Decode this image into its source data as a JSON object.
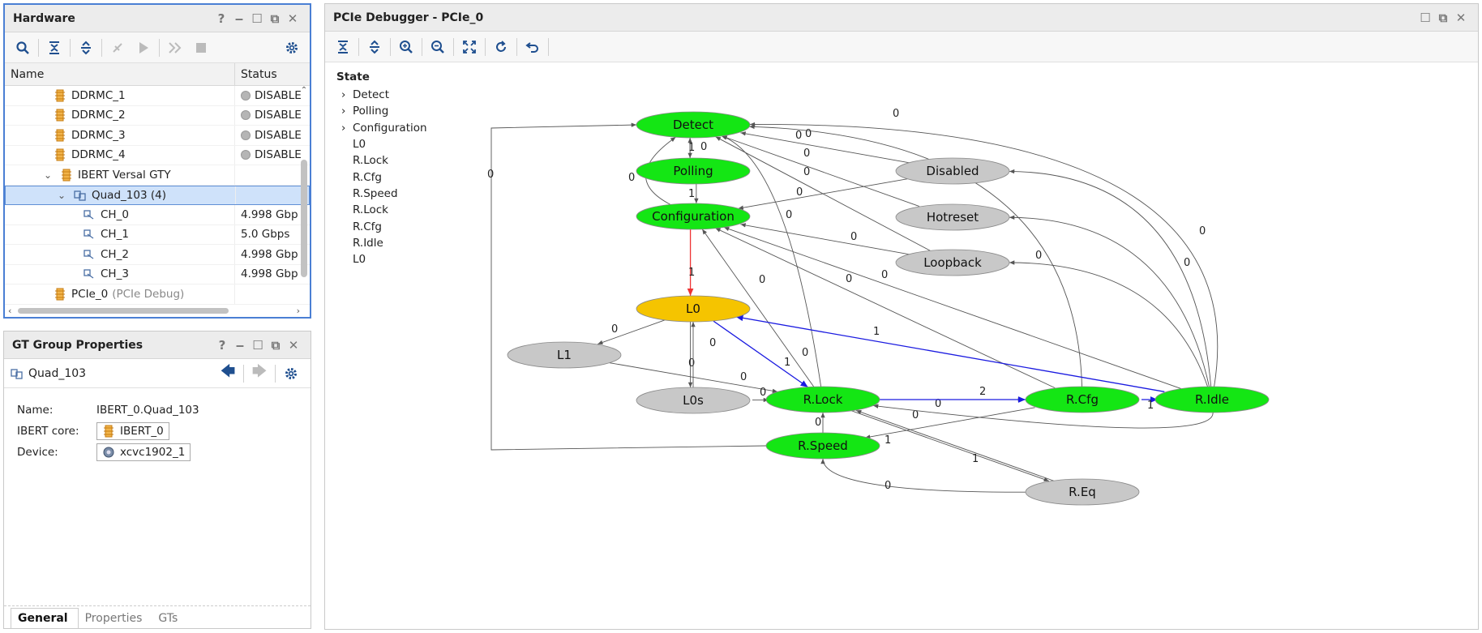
{
  "hardware": {
    "title": "Hardware",
    "col_name": "Name",
    "col_status": "Status",
    "rows": [
      {
        "label": "DDRMC_1",
        "status": "DISABLE"
      },
      {
        "label": "DDRMC_2",
        "status": "DISABLE"
      },
      {
        "label": "DDRMC_3",
        "status": "DISABLE"
      },
      {
        "label": "DDRMC_4",
        "status": "DISABLE"
      },
      {
        "label": "IBERT Versal GTY",
        "status": ""
      },
      {
        "label": "Quad_103 (4)",
        "status": ""
      },
      {
        "label": "CH_0",
        "status": "4.998 Gbp"
      },
      {
        "label": "CH_1",
        "status": "5.0 Gbps"
      },
      {
        "label": "CH_2",
        "status": "4.998 Gbp"
      },
      {
        "label": "CH_3",
        "status": "4.998 Gbp"
      },
      {
        "label": "PCIe_0",
        "sublabel": "(PCIe Debug)",
        "status": ""
      }
    ]
  },
  "props": {
    "title": "GT Group Properties",
    "object": "Quad_103",
    "name_label": "Name:",
    "name_value": "IBERT_0.Quad_103",
    "core_label": "IBERT core:",
    "core_value": "IBERT_0",
    "device_label": "Device:",
    "device_value": "xcvc1902_1",
    "tabs": [
      "General",
      "Properties",
      "GTs"
    ]
  },
  "debugger": {
    "title": "PCIe Debugger - PCIe_0",
    "state_heading": "State",
    "state_items": [
      "Detect",
      "Polling",
      "Configuration",
      "L0",
      "R.Lock",
      "R.Cfg",
      "R.Speed",
      "R.Lock",
      "R.Cfg",
      "R.Idle",
      "L0"
    ]
  },
  "nodes": [
    {
      "id": "Detect",
      "label": "Detect",
      "color": "#14e614"
    },
    {
      "id": "Polling",
      "label": "Polling",
      "color": "#14e614"
    },
    {
      "id": "Configuration",
      "label": "Configuration",
      "color": "#14e614"
    },
    {
      "id": "L0",
      "label": "L0",
      "color": "#f5c400"
    },
    {
      "id": "L1",
      "label": "L1",
      "color": "#c8c8c8"
    },
    {
      "id": "L0s",
      "label": "L0s",
      "color": "#c8c8c8"
    },
    {
      "id": "RLock",
      "label": "R.Lock",
      "color": "#14e614"
    },
    {
      "id": "RSpeed",
      "label": "R.Speed",
      "color": "#14e614"
    },
    {
      "id": "RCfg",
      "label": "R.Cfg",
      "color": "#14e614"
    },
    {
      "id": "RIdle",
      "label": "R.Idle",
      "color": "#14e614"
    },
    {
      "id": "REq",
      "label": "R.Eq",
      "color": "#c8c8c8"
    },
    {
      "id": "Disabled",
      "label": "Disabled",
      "color": "#c8c8c8"
    },
    {
      "id": "Hotreset",
      "label": "Hotreset",
      "color": "#c8c8c8"
    },
    {
      "id": "Loopback",
      "label": "Loopback",
      "color": "#c8c8c8"
    }
  ],
  "edge_labels": [
    "0",
    "0",
    "0",
    "0",
    "0",
    "0",
    "0",
    "0",
    "0",
    "1",
    "0",
    "1",
    "1",
    "0",
    "0",
    "0",
    "0",
    "0",
    "0",
    "0",
    "0",
    "0",
    "0",
    "1",
    "1",
    "0",
    "0",
    "0",
    "2",
    "1",
    "1",
    "0",
    "0",
    "1",
    "0",
    "0"
  ]
}
